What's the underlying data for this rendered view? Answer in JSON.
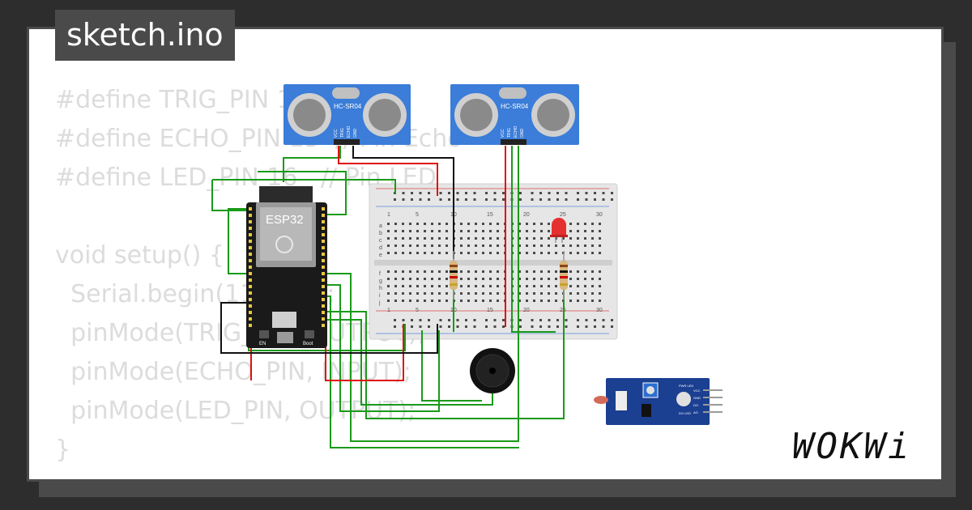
{
  "file_tab": {
    "label": "sketch.ino"
  },
  "code_lines": [
    "#define TRIG_PIN 1",
    "#define ECHO_PIN 15  // Pin Echo",
    "#define LED_PIN 16   // Pin LED",
    "",
    "void setup() {",
    "  Serial.begin(115200);",
    "  pinMode(TRIG_PIN, OUTPUT);",
    "  pinMode(ECHO_PIN, INPUT);",
    "  pinMode(LED_PIN, OUTPUT);",
    "}"
  ],
  "components": {
    "sensor_label": "HC-SR04",
    "sensor_pins": [
      "VCC",
      "TRIG",
      "ECHO",
      "GND"
    ],
    "board_label": "ESP32",
    "board_buttons": [
      "EN",
      "Boot"
    ],
    "breadboard_numbers": [
      "1",
      "5",
      "10",
      "15",
      "20",
      "25",
      "30"
    ],
    "breadboard_rows_top": [
      "a",
      "b",
      "c",
      "d",
      "e"
    ],
    "breadboard_rows_bottom": [
      "f",
      "g",
      "h",
      "i",
      "j"
    ],
    "ldr_module_pins": [
      "VCC",
      "GND",
      "DO",
      "AO"
    ],
    "ldr_module_labels": [
      "PWR LED",
      "DO LED"
    ]
  },
  "colors": {
    "wire_green": "#1a9a1a",
    "wire_red": "#e01010",
    "wire_black": "#111111",
    "sensor_blue": "#3b7dd8",
    "board_black": "#1a1a1a",
    "led_red": "#e53030",
    "module_blue": "#1b3f91"
  },
  "brand": {
    "logo": "WOKWi"
  }
}
